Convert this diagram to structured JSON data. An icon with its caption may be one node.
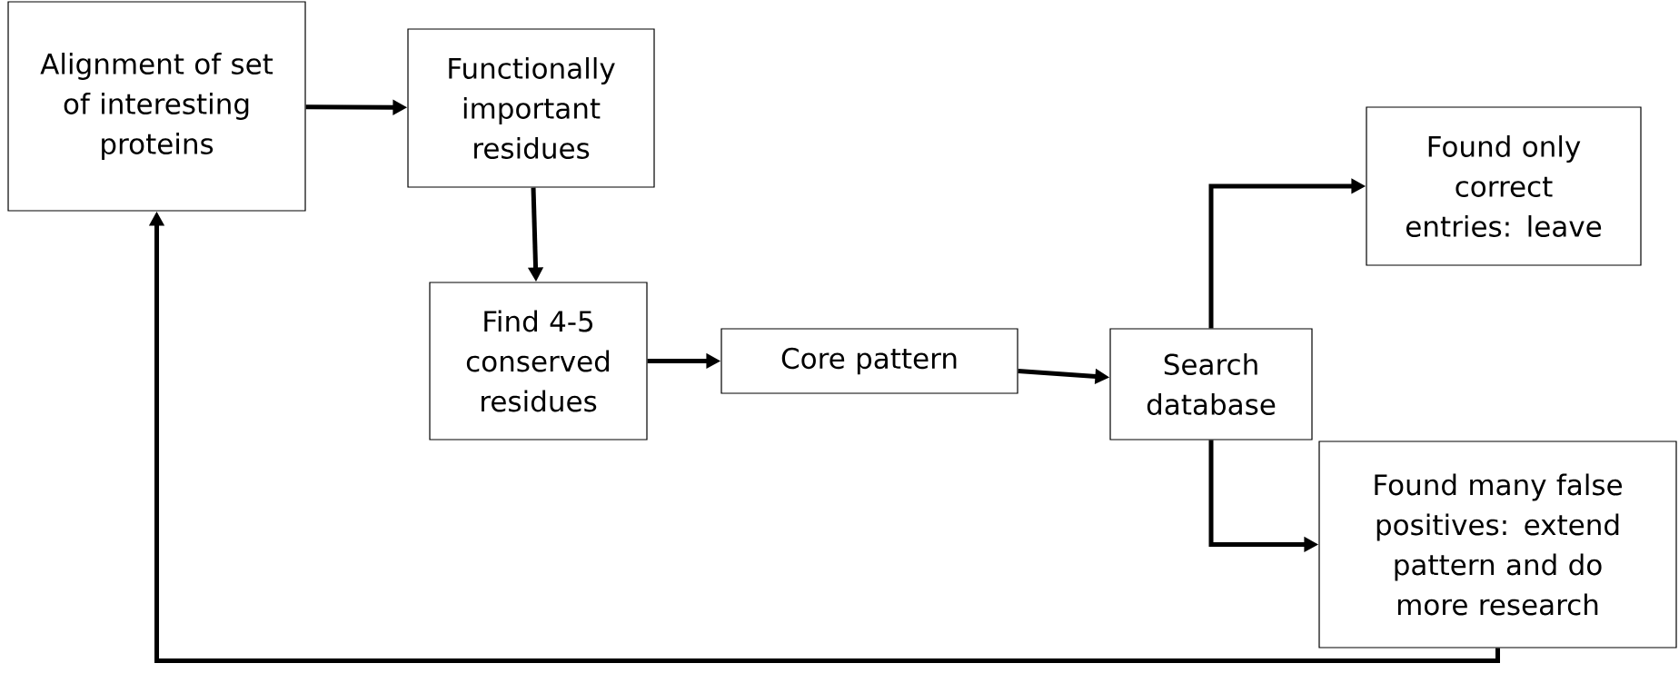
{
  "diagram": {
    "nodes": [
      {
        "text": [
          "Alignment of set of interesting proteins"
        ]
      },
      {
        "text": [
          "Functionally important residues"
        ]
      },
      {
        "text": [
          "Find 4-5 conserved residues"
        ]
      },
      {
        "text": [
          "Core pattern"
        ]
      },
      {
        "text": [
          "Search database"
        ]
      },
      {
        "text": [
          "Found only correct entries: leave"
        ]
      },
      {
        "text": [
          "Found many false positives: extend pattern and do more research"
        ]
      }
    ],
    "edges": [
      {
        "from": 0,
        "to": 1,
        "arrow": "to"
      },
      {
        "from": 1,
        "to": 2,
        "arrow": "to"
      },
      {
        "from": 2,
        "to": 3,
        "arrow": "to"
      },
      {
        "from": 3,
        "to": 4,
        "arrow": "to"
      },
      {
        "from": 4,
        "to": 5,
        "arrow": "to"
      },
      {
        "from": 4,
        "to": 6,
        "arrow": "to"
      },
      {
        "from": 6,
        "to": 0,
        "arrow": "to"
      }
    ]
  }
}
